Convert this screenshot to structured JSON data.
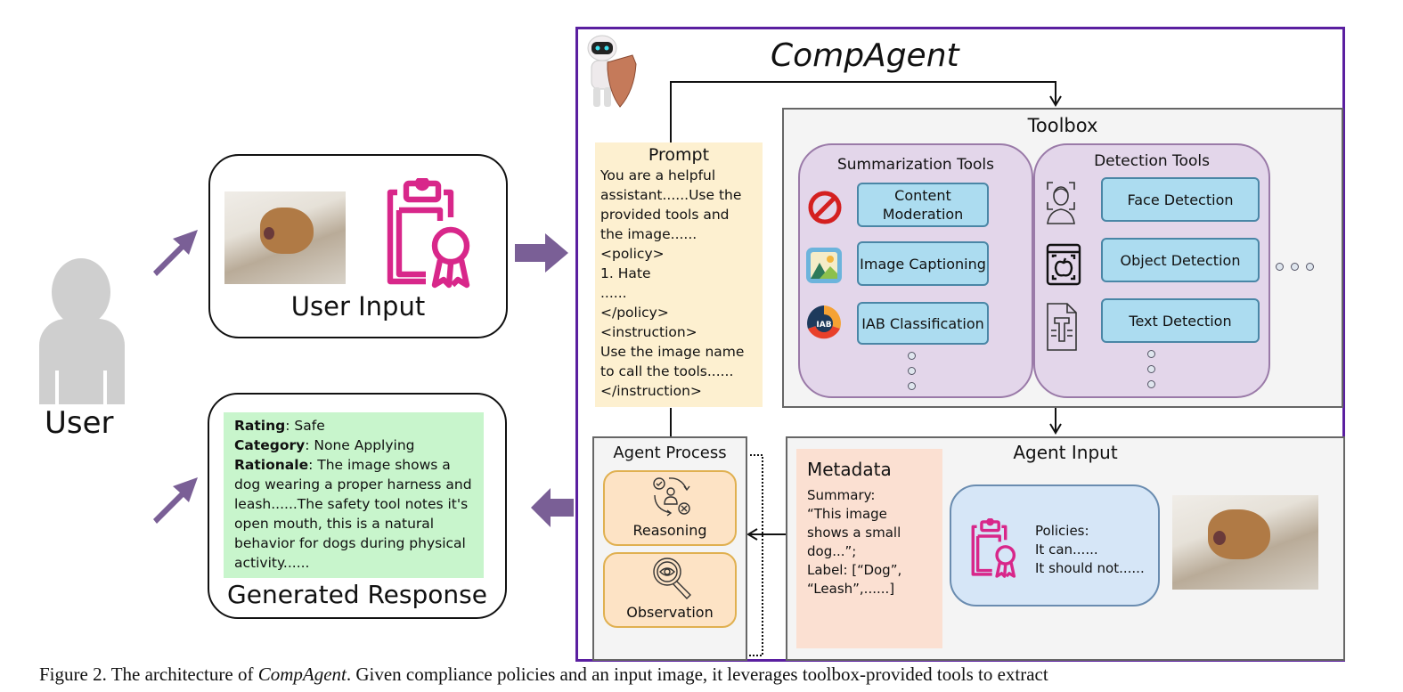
{
  "figure": {
    "title": "CompAgent",
    "user": {
      "label": "User"
    },
    "user_input": {
      "label": "User Input",
      "icons": [
        "dog-photo",
        "policy-clipboard-icon"
      ]
    },
    "generated_response": {
      "label": "Generated Response",
      "rating_key": "Rating",
      "rating_value": ": Safe",
      "category_key": "Category",
      "category_value": ": None Applying",
      "rationale_key": "Rationale",
      "rationale_value": ": The image shows a dog wearing a proper harness and leash......The safety tool notes it's open mouth, this is a natural behavior for dogs during physical activity......"
    },
    "prompt": {
      "title": "Prompt",
      "lines": [
        "You are a helpful",
        "assistant......Use the",
        "provided tools and",
        "the image......",
        "<policy>",
        "1. Hate",
        "......",
        "</policy>",
        "<instruction>",
        "Use the image name",
        "to call the tools......",
        "</instruction>"
      ]
    },
    "toolbox": {
      "title": "Toolbox",
      "summarization": {
        "title": "Summarization Tools",
        "tools": [
          {
            "label": "Content Moderation",
            "icon": "prohibited-icon"
          },
          {
            "label": "Image Captioning",
            "icon": "landscape-image-icon"
          },
          {
            "label": "IAB Classification",
            "icon": "iab-badge-icon",
            "badge": "IAB"
          }
        ]
      },
      "detection": {
        "title": "Detection Tools",
        "tools": [
          {
            "label": "Face Detection",
            "icon": "face-scan-icon"
          },
          {
            "label": "Object Detection",
            "icon": "object-scan-icon"
          },
          {
            "label": "Text Detection",
            "icon": "text-document-icon"
          }
        ]
      }
    },
    "agent_process": {
      "title": "Agent Process",
      "steps": [
        {
          "label": "Reasoning",
          "icon": "reasoning-cycle-icon"
        },
        {
          "label": "Observation",
          "icon": "magnifier-eye-icon"
        }
      ]
    },
    "agent_input": {
      "title": "Agent Input",
      "metadata": {
        "title": "Metadata",
        "lines": [
          "Summary:",
          "“This image",
          "shows a small",
          "dog...”;",
          "Label: [“Dog”,",
          "“Leash”,......]"
        ]
      },
      "policies": {
        "lines": [
          "Policies:",
          "It can......",
          "It should not......"
        ]
      }
    },
    "caption": {
      "prefix": "Figure 2. The architecture of ",
      "italic": "CompAgent",
      "suffix": ". Given compliance policies and an input image, it leverages toolbox-provided tools to extract"
    },
    "colors": {
      "frame": "#5a1fa0",
      "arrow": "#7a5f96",
      "policy_pink": "#d8278a",
      "tool_blue": "#acdcf0",
      "group_purple": "#e3d6ea",
      "prompt_yellow": "#fdf0d0",
      "response_green": "#c8f5cc",
      "metadata_peach": "#fbe0d2",
      "process_orange": "#fde3c5"
    }
  }
}
